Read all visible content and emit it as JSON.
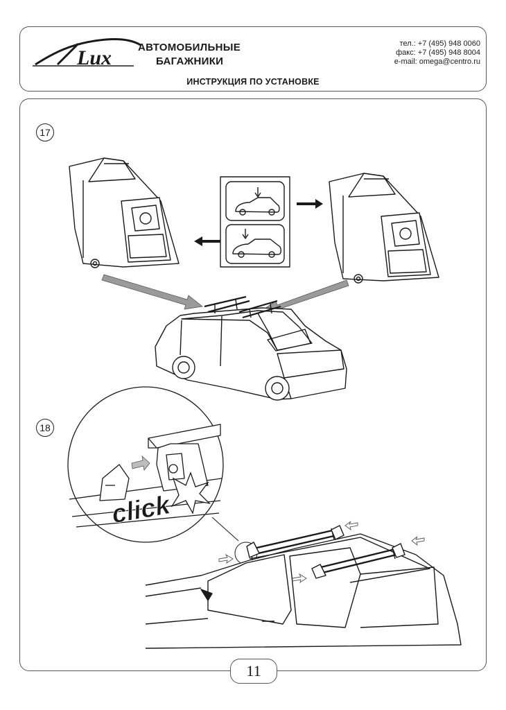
{
  "header": {
    "logo_text": "Lux",
    "brand_line1": "АВТОМОБИЛЬНЫЕ",
    "brand_line2": "БАГАЖНИКИ",
    "phone": "тел.: +7 (495) 948 0060",
    "fax": "факс: +7 (495) 948 8004",
    "email": "e-mail: omega@centro.ru",
    "subtitle": "ИНСТРУКЦИЯ ПО УСТАНОВКЕ"
  },
  "steps": {
    "step17": "17",
    "step18": "18"
  },
  "callout": {
    "click_text": "click"
  },
  "footer": {
    "page_number": "11"
  },
  "colors": {
    "line": "#1a1a1a",
    "arrow_fill": "#9a9a9a",
    "frame": "#555555"
  }
}
